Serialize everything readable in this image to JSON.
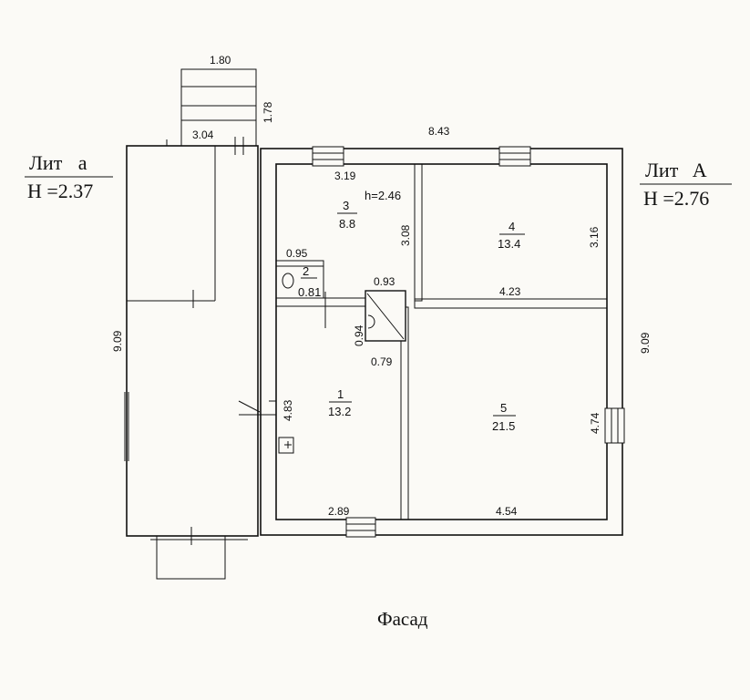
{
  "annex": {
    "label": "Лит а",
    "height": "H =2.37",
    "dim_width": "3.04",
    "dim_length": "9.09"
  },
  "house": {
    "label": "Лит А",
    "height": "H =2.76",
    "dim_width": "8.43",
    "dim_length": "9.09"
  },
  "porch": {
    "dim_width": "1.80",
    "dim_depth": "1.78"
  },
  "rooms": [
    {
      "id": "1",
      "area": "13.2",
      "dims": [
        "2.89",
        "4.83"
      ]
    },
    {
      "id": "2",
      "area": "0.81",
      "dims": [
        "0.95"
      ]
    },
    {
      "id": "3",
      "area": "8.8",
      "ceiling": "h=2.46",
      "dims": [
        "3.19",
        "3.08"
      ]
    },
    {
      "id": "4",
      "area": "13.4",
      "dims": [
        "4.23",
        "3.16"
      ]
    },
    {
      "id": "5",
      "area": "21.5",
      "dims": [
        "4.54",
        "4.74"
      ]
    }
  ],
  "stove": {
    "dims": [
      "0.93",
      "0.94",
      "0.79"
    ]
  },
  "caption": "Фасад"
}
